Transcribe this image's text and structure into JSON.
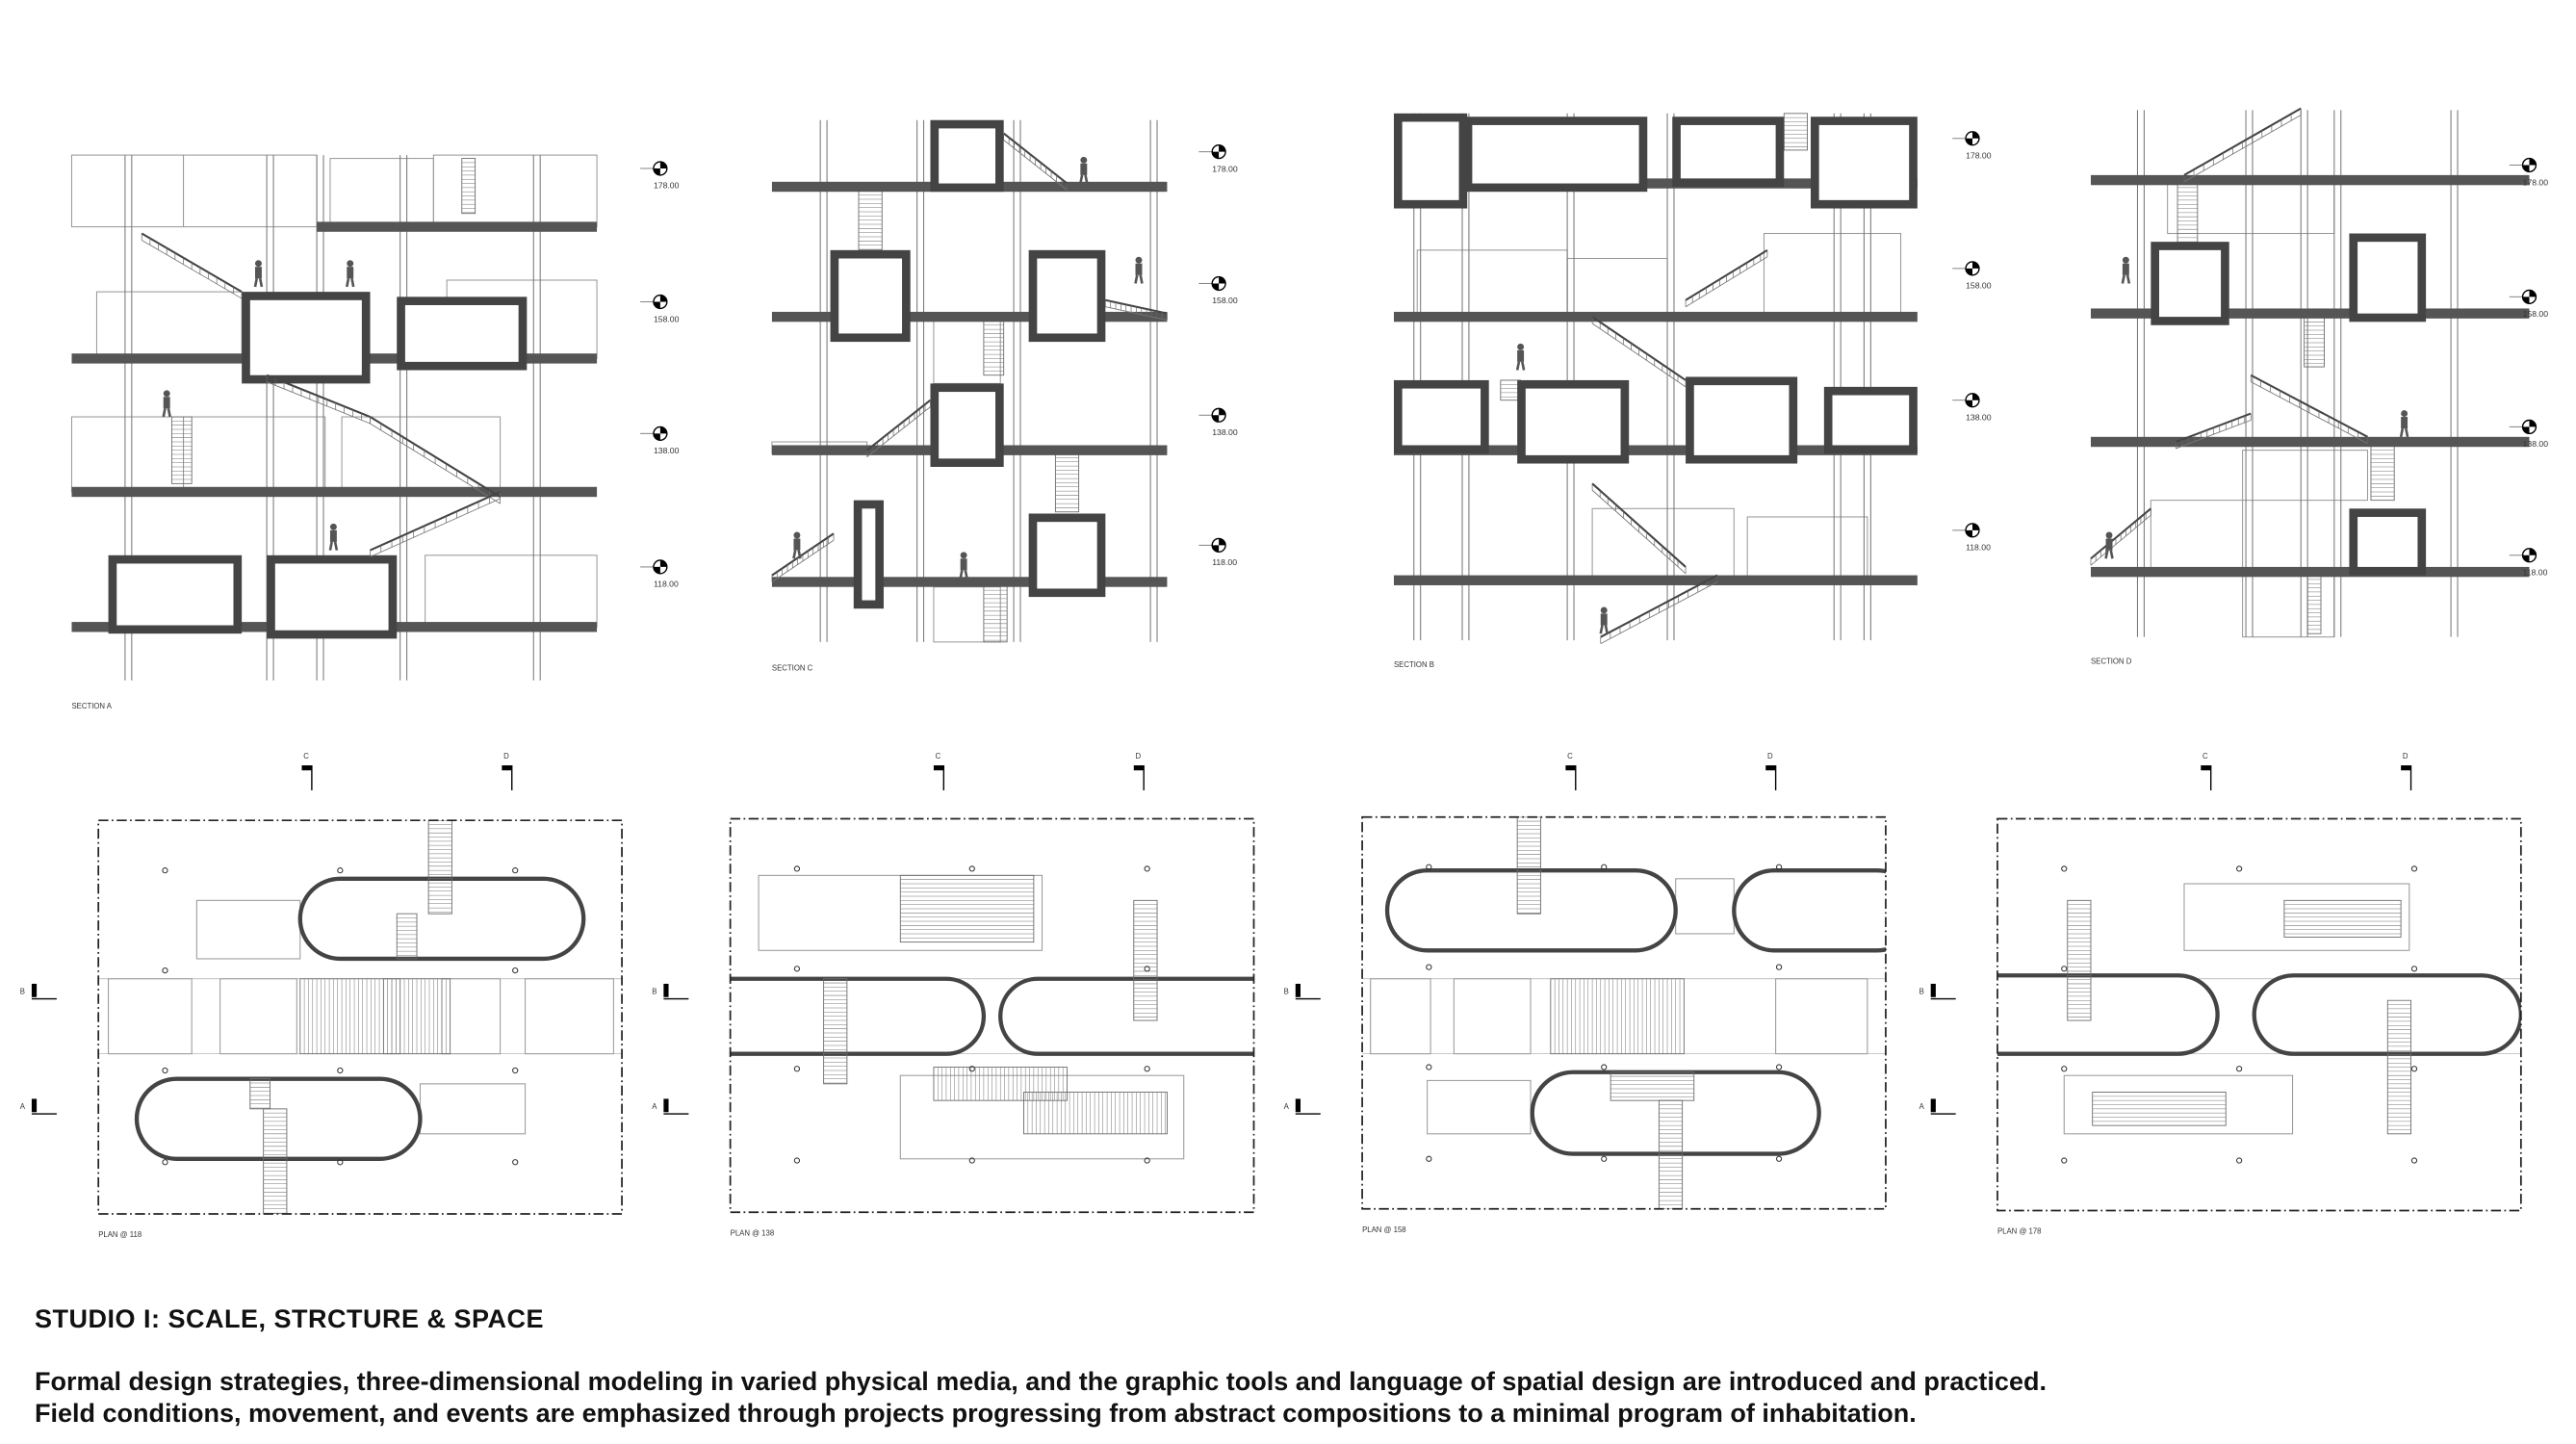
{
  "sections": [
    {
      "label": "SECTION A"
    },
    {
      "label": "SECTION C"
    },
    {
      "label": "SECTION B"
    },
    {
      "label": "SECTION D"
    }
  ],
  "levels": [
    "178.00",
    "158.00",
    "138.00",
    "118.00"
  ],
  "plans": [
    {
      "label": "PLAN @ 118"
    },
    {
      "label": "PLAN @ 138"
    },
    {
      "label": "PLAN @ 158"
    },
    {
      "label": "PLAN @ 178"
    }
  ],
  "section_markers": {
    "c": "C",
    "d": "D",
    "b": "B",
    "a": "A"
  },
  "caption": {
    "title": "STUDIO I: SCALE, STRCTURE & SPACE",
    "line1": "Formal design strategies, three-dimensional modeling in varied physical media, and the graphic tools and language of spatial design are introduced and practiced.",
    "line2": "Field conditions, movement, and events are emphasized through projects progressing from abstract compositions to a minimal program of inhabitation."
  }
}
